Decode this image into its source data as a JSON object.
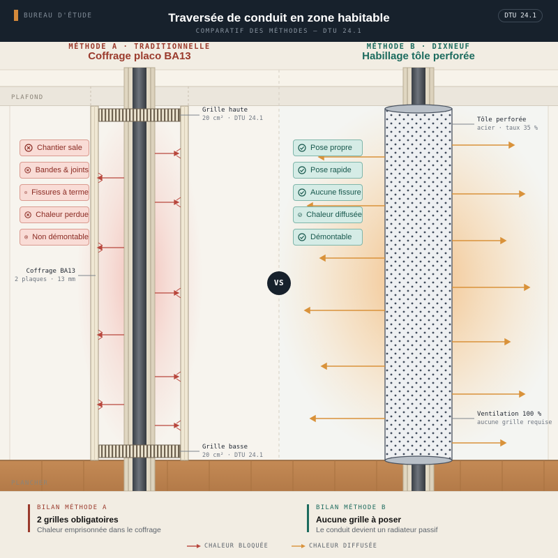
{
  "header": {
    "bureau": "BUREAU D'ÉTUDE",
    "title": "Traversée de conduit en zone habitable",
    "subtitle": "COMPARATIF DES MÉTHODES — DTU 24.1",
    "badge": "DTU 24.1"
  },
  "zones": {
    "ceiling": "PLAFOND",
    "floor": "PLANCHER"
  },
  "method_a": {
    "kicker": "MÉTHODE A · TRADITIONNELLE",
    "name": "Coffrage placo BA13",
    "problems": [
      "Chantier sale",
      "Bandes & joints",
      "Fissures à terme",
      "Chaleur perdue",
      "Non démontable"
    ],
    "grille_haute": {
      "title": "Grille haute",
      "detail": "20 cm² · DTU 24.1"
    },
    "grille_basse": {
      "title": "Grille basse",
      "detail": "20 cm² · DTU 24.1"
    },
    "coffrage": {
      "title": "Coffrage BA13",
      "detail": "2 plaques · 13 mm"
    }
  },
  "method_b": {
    "kicker": "MÉTHODE B · DIXNEUF",
    "name": "Habillage tôle perforée",
    "advantages": [
      "Pose propre",
      "Pose rapide",
      "Aucune fissure",
      "Chaleur diffusée",
      "Démontable"
    ],
    "tole": {
      "title": "Tôle perforée",
      "detail": "acier · taux 35 %"
    },
    "ventilation": {
      "title": "Ventilation 100 %",
      "detail": "aucune grille requise"
    }
  },
  "vs": "VS",
  "bilan_a": {
    "kicker": "BILAN MÉTHODE A",
    "headline": "2 grilles obligatoires",
    "detail": "Chaleur emprisonnée dans le coffrage"
  },
  "bilan_b": {
    "kicker": "BILAN MÉTHODE B",
    "headline": "Aucune grille à poser",
    "detail": "Le conduit devient un radiateur passif"
  },
  "legend": {
    "blocked": "CHALEUR BLOQUÉE",
    "diffused": "CHALEUR DIFFUSÉE"
  },
  "colors": {
    "header_bg": "#17212c",
    "method_a": "#9a3a2c",
    "method_b": "#1c6b5e",
    "heat_blocked": "#b8473d",
    "heat_diffused": "#d9923a",
    "floor": "#c48a55"
  }
}
